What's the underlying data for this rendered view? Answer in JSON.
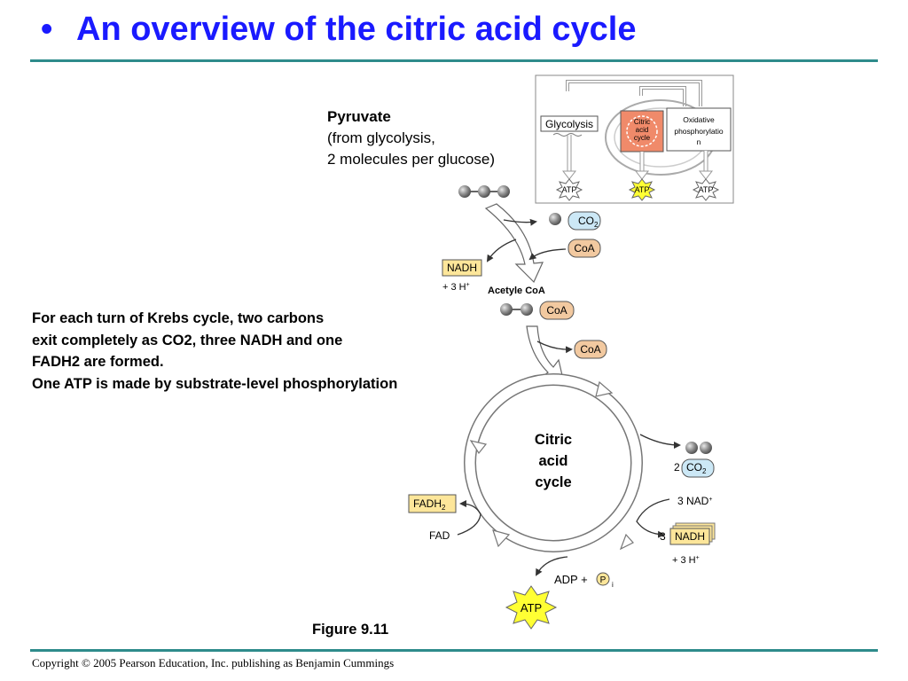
{
  "title": {
    "bullet": "•",
    "text": "An overview of the citric acid cycle"
  },
  "pyruvate": {
    "heading": "Pyruvate",
    "line2": "(from glycolysis,",
    "line3": "2 molecules per glucose)"
  },
  "summary": {
    "lines": [
      "For each turn of Krebs cycle, two carbons",
      "exit completely as CO2, three NADH and one",
      "FADH2 are formed.",
      "One ATP is made by substrate-level phosphorylation"
    ]
  },
  "inset": {
    "glycolysis": "Glycolysis",
    "citric_line1": "Citric",
    "citric_line2": "acid",
    "citric_line3": "cycle",
    "oxphos_line1": "Oxidative",
    "oxphos_line2": "phosphorylatio",
    "oxphos_line3": "n",
    "atp_labels": [
      "ATP",
      "ATP",
      "ATP"
    ]
  },
  "diagram": {
    "co2_top": "CO",
    "co2_sub": "2",
    "coa_1": "CoA",
    "nadh_1": "NADH",
    "h_plus_1": "+ 3 H",
    "plus_sup": "+",
    "acetyl_coa": "Acetyle CoA",
    "coa_2": "CoA",
    "coa_3": "CoA",
    "cycle_line1": "Citric",
    "cycle_line2": "acid",
    "cycle_line3": "cycle",
    "co2_count": "2",
    "co2_label": "CO",
    "co2_label_sub": "2",
    "nad_text": "3 NAD",
    "nadh_count": "3",
    "nadh_2": "NADH",
    "h_plus_2": "+ 3 H",
    "fadh2": "FADH",
    "fadh2_sub": "2",
    "fad": "FAD",
    "adp": "ADP +",
    "pi": "P",
    "pi_sub": "i",
    "atp": "ATP"
  },
  "figure": "Figure 9.11",
  "copyright": "Copyright © 2005 Pearson Education, Inc. publishing as Benjamin Cummings",
  "colors": {
    "title": "#1a1aff",
    "rule": "#2e8b8b",
    "co2_fill": "#cce8f6",
    "coa_fill": "#f2c9a0",
    "nadh_fill": "#fde69a",
    "atp_fill": "#ffff33",
    "citric_box": "#f08a6a"
  }
}
